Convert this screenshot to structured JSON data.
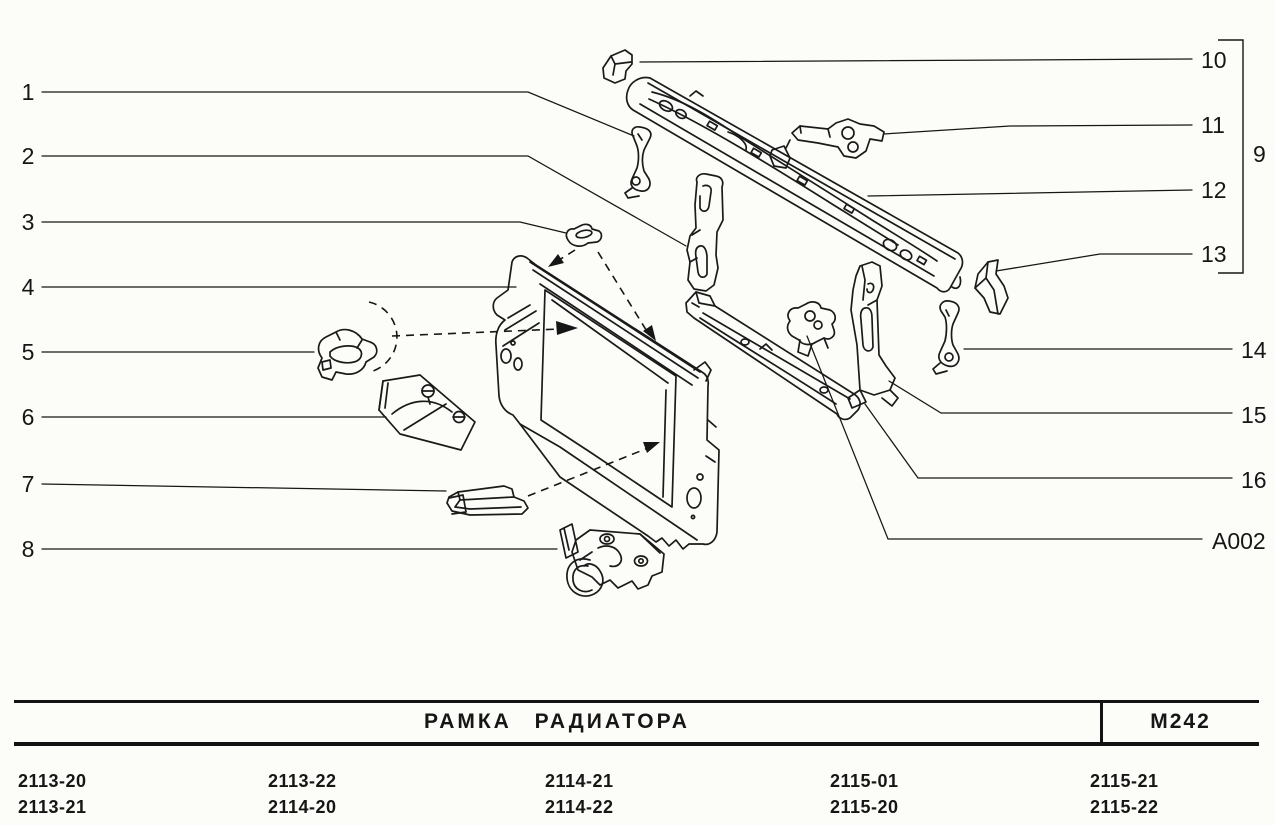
{
  "diagram": {
    "callouts_left": [
      {
        "label": "1"
      },
      {
        "label": "2"
      },
      {
        "label": "3"
      },
      {
        "label": "4"
      },
      {
        "label": "5"
      },
      {
        "label": "6"
      },
      {
        "label": "7"
      },
      {
        "label": "8"
      }
    ],
    "callouts_right_upper": [
      {
        "label": "10"
      },
      {
        "label": "11"
      },
      {
        "label": "12"
      },
      {
        "label": "13"
      }
    ],
    "group_callout": {
      "label": "9"
    },
    "callouts_right_lower": [
      {
        "label": "14"
      },
      {
        "label": "15"
      },
      {
        "label": "16"
      }
    ],
    "detail_callout": {
      "label": "A002"
    }
  },
  "footer": {
    "title": "РАМКА РАДИАТОРА",
    "sheet_code": "M242",
    "model_rows": [
      [
        "2113-20",
        "2113-22",
        "2114-21",
        "2115-01",
        "2115-21"
      ],
      [
        "2113-21",
        "2114-20",
        "2114-22",
        "2115-20",
        "2115-22"
      ]
    ]
  },
  "colors": {
    "ink": "#161616",
    "background": "#fcfcf8"
  }
}
